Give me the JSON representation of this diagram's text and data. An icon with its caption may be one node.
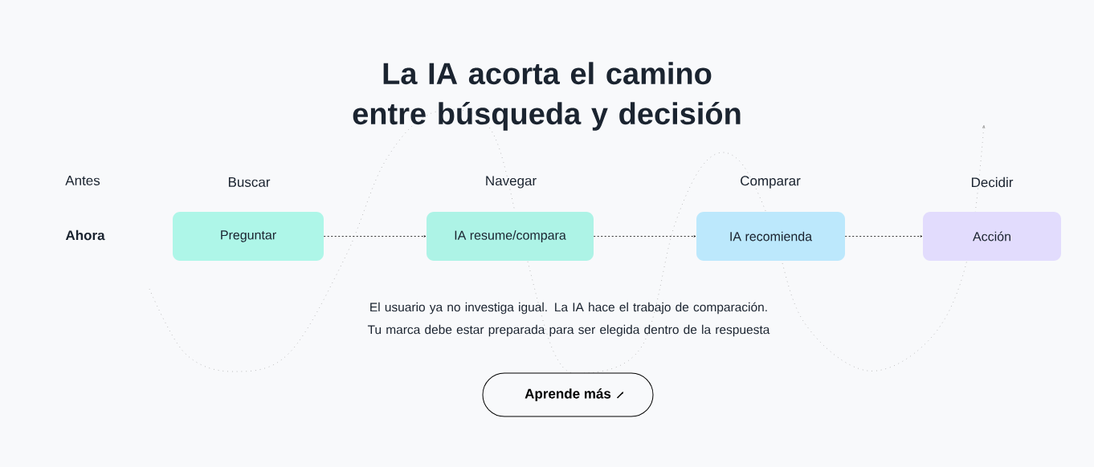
{
  "diagram": {
    "title": "La IA acorta el camino entre búsqueda y decisión",
    "nodes": [
      {
        "text": [
          "Preguntar"
        ]
      },
      {
        "text": [
          "IA resume/compara"
        ]
      },
      {
        "text": [
          "IA recomienda"
        ]
      },
      {
        "text": [
          "Acción"
        ]
      },
      {
        "text": [
          "Aprende más"
        ]
      }
    ],
    "edges": [
      {
        "from": 0,
        "to": 1,
        "arrow": "to",
        "style": "dashed"
      },
      {
        "from": 1,
        "to": 2,
        "arrow": "to",
        "style": "dashed"
      },
      {
        "from": 2,
        "to": 3,
        "arrow": "to",
        "style": "dashed"
      }
    ],
    "labels": [
      "Antes",
      "Buscar",
      "Navegar",
      "Comparar",
      "Decidir",
      "Ahora",
      "El usuario ya no investiga igual. La IA hace el trabajo de comparación. Tu marca debe estar preparada para ser elegida dentro de la respuesta"
    ]
  }
}
